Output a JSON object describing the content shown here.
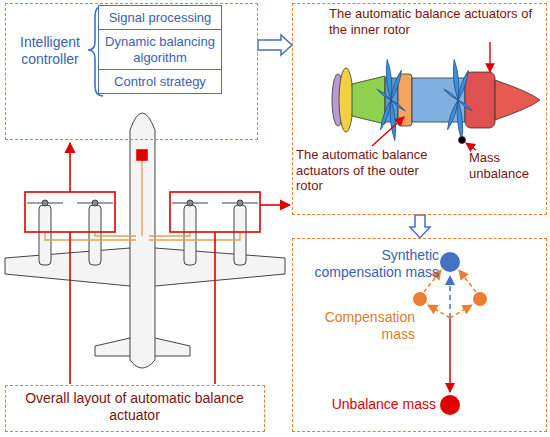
{
  "diagram": {
    "nodes": [
      {
        "text": [
          "Intelligent controller"
        ]
      },
      {
        "text": [
          "Signal processing"
        ],
        "in": 0
      },
      {
        "text": [
          "Dynamic balancing algorithm"
        ],
        "in": 0
      },
      {
        "text": [
          "Control strategy"
        ],
        "in": 0
      },
      {
        "text": [
          "The automatic balance actuators of the inner rotor",
          "The automatic balance actuators of the outer rotor",
          "Mass unbalance"
        ]
      },
      {
        "text": [
          "Synthetic compensation mass",
          "Compensation mass",
          "Unbalance mass"
        ]
      },
      {
        "text": [
          "Overall layout of automatic balance actuator"
        ]
      }
    ],
    "edges": [
      {
        "from": 0,
        "to": 4,
        "arrow": "to"
      },
      {
        "from": 4,
        "to": 5,
        "arrow": "to"
      }
    ]
  }
}
